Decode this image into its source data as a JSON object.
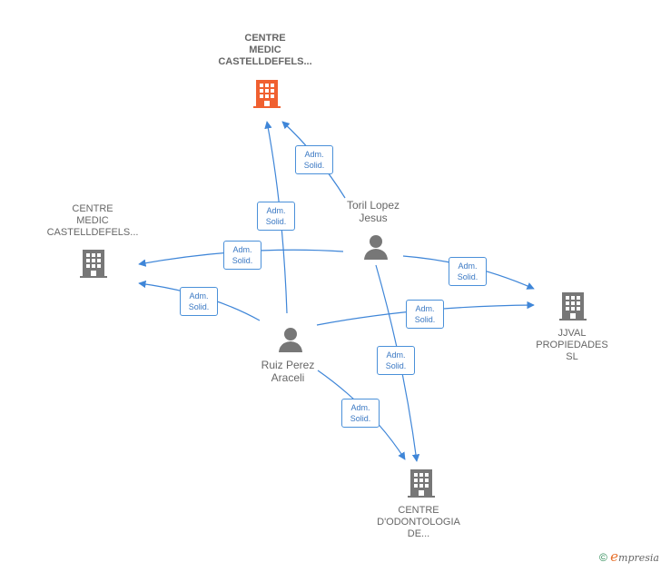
{
  "nodes": {
    "company_top": {
      "lines": [
        "CENTRE",
        "MEDIC",
        "CASTELLDEFELS..."
      ],
      "color": "#f06030"
    },
    "company_left": {
      "lines": [
        "CENTRE",
        "MEDIC",
        "CASTELLDEFELS..."
      ],
      "color": "#777777"
    },
    "company_right": {
      "lines": [
        "JJVAL",
        "PROPIEDADES",
        "SL"
      ],
      "color": "#777777"
    },
    "company_bottom": {
      "lines": [
        "CENTRE",
        "D'ODONTOLOGIA",
        "DE..."
      ],
      "color": "#777777"
    },
    "person_toril": {
      "lines": [
        "Toril Lopez",
        "Jesus"
      ],
      "color": "#777777"
    },
    "person_ruiz": {
      "lines": [
        "Ruiz Perez",
        "Araceli"
      ],
      "color": "#777777"
    }
  },
  "edge_label": {
    "line1": "Adm.",
    "line2": "Solid."
  },
  "edge_color": "#3f86d8",
  "footer": {
    "copyright": "©",
    "brand_initial": "e",
    "brand_rest": "mpresia"
  }
}
